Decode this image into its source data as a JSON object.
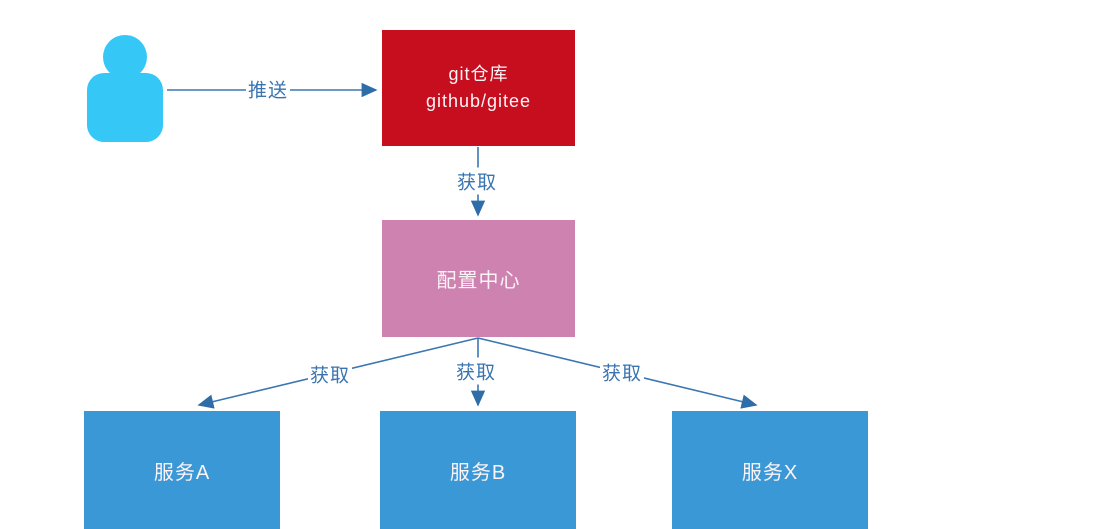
{
  "colors": {
    "background": "#ffffff",
    "arrow": "#3b76b2",
    "edge_label_text": "#3a74b0",
    "user_icon": "#35c8f7",
    "git_repo_box": "#c60e1f",
    "config_center_box": "#ce82b0",
    "service_box": "#3a98d6",
    "node_text": "#fbf3f6"
  },
  "nodes": {
    "git_repo": {
      "line1": "git仓库",
      "line2": "github/gitee"
    },
    "config_center": {
      "label": "配置中心"
    },
    "service_a": {
      "label": "服务A"
    },
    "service_b": {
      "label": "服务B"
    },
    "service_x": {
      "label": "服务X"
    }
  },
  "edges": {
    "push": {
      "label": "推送"
    },
    "fetch_repo": {
      "label": "获取"
    },
    "fetch_a": {
      "label": "获取"
    },
    "fetch_b": {
      "label": "获取"
    },
    "fetch_x": {
      "label": "获取"
    }
  }
}
